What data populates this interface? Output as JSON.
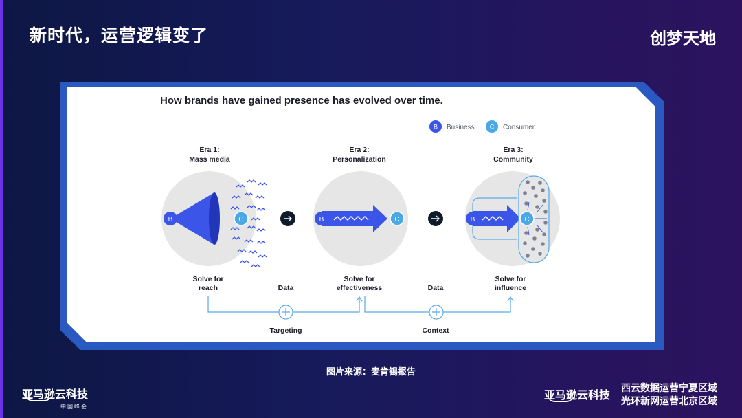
{
  "slide": {
    "title": "新时代，运营逻辑变了",
    "brand": "创梦天地",
    "source": "图片来源：麦肯锡报告"
  },
  "diagram": {
    "heading": "How brands have gained presence has evolved over time.",
    "legend": [
      {
        "glyph": "B",
        "label": "Business",
        "color": "#3a55e8"
      },
      {
        "glyph": "C",
        "label": "Consumer",
        "color": "#4aa8e6"
      }
    ],
    "eras": [
      {
        "title_line1": "Era 1:",
        "title_line2": "Mass media",
        "goal_line1": "Solve for",
        "goal_line2": "reach"
      },
      {
        "title_line1": "Era 2:",
        "title_line2": "Personalization",
        "goal_line1": "Solve for",
        "goal_line2": "effectiveness"
      },
      {
        "title_line1": "Era 3:",
        "title_line2": "Community",
        "goal_line1": "Solve for",
        "goal_line2": "influence"
      }
    ],
    "node_b": "B",
    "node_c": "C",
    "connectors": [
      {
        "top_label": "Data",
        "bottom_label": "Targeting"
      },
      {
        "top_label": "Data",
        "bottom_label": "Context"
      }
    ]
  },
  "colors": {
    "blue": "#3a55e8",
    "light_blue": "#4aa8e6",
    "circle_gray": "#e6e6e6",
    "dark": "#0f1a2a",
    "line_blue": "#5aa9ea",
    "dot_gray": "#7e8196"
  },
  "footer": {
    "left_logo": "亚马逊云科技",
    "left_sub": "中国峰会",
    "right_logo": "亚马逊云科技",
    "regions": [
      "西云数据运营宁夏区域",
      "光环新网运营北京区域"
    ]
  }
}
